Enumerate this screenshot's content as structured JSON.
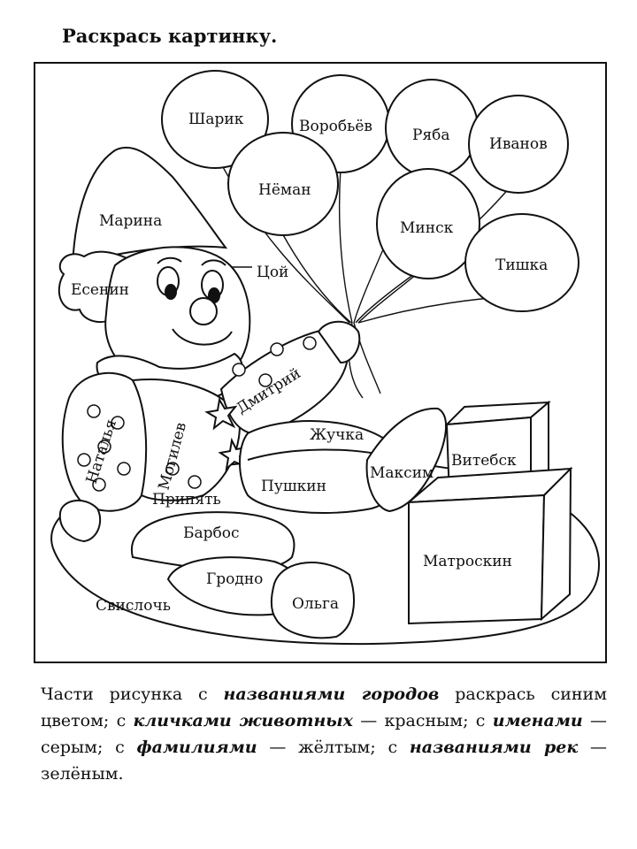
{
  "title": "Раскрась картинку.",
  "labels": {
    "sharik": "Шарик",
    "vorobyov": "Воробьёв",
    "ryaba": "Ряба",
    "ivanov": "Иванов",
    "neman": "Нёман",
    "minsk": "Минск",
    "tishka": "Тишка",
    "marina": "Марина",
    "tsoy": "Цой",
    "esenin": "Есенин",
    "dmitriy": "Дмитрий",
    "mogilev": "Могилев",
    "natalya": "Наталья",
    "zhuchka": "Жучка",
    "maksim": "Максим",
    "vitebsk": "Витебск",
    "pushkin": "Пушкин",
    "pripyat": "Припять",
    "barbos": "Барбос",
    "grodno": "Гродно",
    "matroskin": "Матроскин",
    "svisloch": "Свислочь",
    "olga": "Ольга"
  },
  "instructions": {
    "p1": "Части рисунка с ",
    "b1": "названиями городов",
    "p2": " раскрась синим цветом; с ",
    "b2": "кличками животных",
    "p3": " — красным; с ",
    "b3": "именами",
    "p4": " — серым; с ",
    "b4": "фамилиями",
    "p5": " — жёлтым; с ",
    "b5": "названиями рек",
    "p6": " — зелёным."
  }
}
